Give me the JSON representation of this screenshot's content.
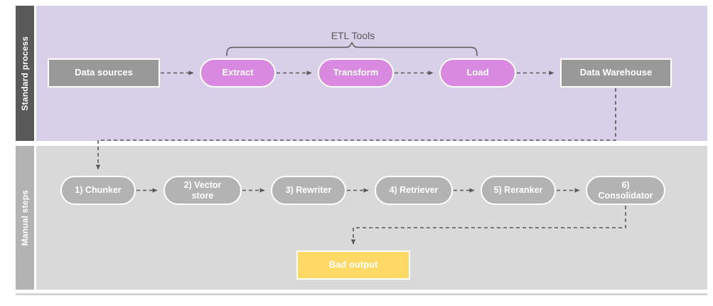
{
  "diagram": {
    "lanes": [
      {
        "id": "standard-process",
        "label": "Standard process",
        "header_color": "#595959",
        "body_color": "#d8d0e8"
      },
      {
        "id": "manual-steps",
        "label": "Manual steps",
        "header_color": "#b3b3b3",
        "body_color": "#d9d9d9"
      }
    ],
    "annotations": {
      "etl_bracket_label": "ETL Tools"
    },
    "standard_process_nodes": [
      {
        "id": "data-sources",
        "label": "Data sources",
        "shape": "rect",
        "color": "#999999"
      },
      {
        "id": "extract",
        "label": "Extract",
        "shape": "pill",
        "color": "#d989e0"
      },
      {
        "id": "transform",
        "label": "Transform",
        "shape": "pill",
        "color": "#d989e0"
      },
      {
        "id": "load",
        "label": "Load",
        "shape": "pill",
        "color": "#d989e0"
      },
      {
        "id": "data-warehouse",
        "label": "Data Warehouse",
        "shape": "rect",
        "color": "#999999"
      }
    ],
    "manual_steps_nodes": [
      {
        "id": "chunker",
        "label": "1) Chunker",
        "shape": "pill",
        "color": "#b3b3b3"
      },
      {
        "id": "vector-store",
        "label": "2) Vector store",
        "shape": "pill",
        "color": "#b3b3b3"
      },
      {
        "id": "rewriter",
        "label": "3) Rewriter",
        "shape": "pill",
        "color": "#b3b3b3"
      },
      {
        "id": "retriever",
        "label": "4) Retriever",
        "shape": "pill",
        "color": "#b3b3b3"
      },
      {
        "id": "reranker",
        "label": "5) Reranker",
        "shape": "pill",
        "color": "#b3b3b3"
      },
      {
        "id": "consolidator",
        "label": "6) Consolidator",
        "shape": "pill",
        "color": "#b3b3b3"
      }
    ],
    "output_nodes": [
      {
        "id": "bad-output",
        "label": "Bad output",
        "shape": "rect",
        "color": "#ffd966"
      }
    ],
    "node_labels": {
      "data_sources": "Data sources",
      "extract": "Extract",
      "transform": "Transform",
      "load": "Load",
      "data_warehouse": "Data Warehouse",
      "chunker": "1) Chunker",
      "vector_store_line1": "2) Vector",
      "vector_store_line2": "store",
      "rewriter": "3) Rewriter",
      "retriever": "4) Retriever",
      "reranker": "5) Reranker",
      "consolidator_line1": "6)",
      "consolidator_line2": "Consolidator",
      "bad_output": "Bad output"
    },
    "colors": {
      "connector": "#595959",
      "lane_divider": "#d4d4d4",
      "node_border": "#ffffff",
      "background": "#ffffff"
    },
    "flow": [
      "Data sources -> Extract",
      "Extract -> Transform",
      "Transform -> Load",
      "Load -> Data Warehouse",
      "Data Warehouse -> 1) Chunker",
      "1) Chunker -> 2) Vector store",
      "2) Vector store -> 3) Rewriter",
      "3) Rewriter -> 4) Retriever",
      "4) Retriever -> 5) Reranker",
      "5) Reranker -> 6) Consolidator",
      "6) Consolidator -> Bad output"
    ]
  }
}
